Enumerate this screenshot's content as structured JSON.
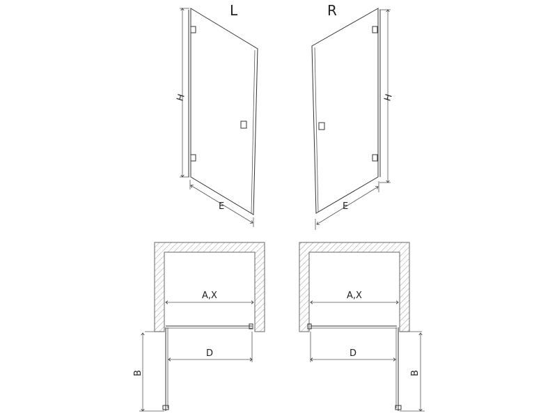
{
  "views": {
    "left": {
      "title": "L",
      "height_label": "H",
      "width_label": "E"
    },
    "right": {
      "title": "R",
      "height_label": "H",
      "width_label": "E"
    }
  },
  "plans": {
    "left": {
      "opening_label": "A,X",
      "door_label": "D",
      "depth_label": "B"
    },
    "right": {
      "opening_label": "A,X",
      "door_label": "D",
      "depth_label": "B"
    }
  },
  "colors": {
    "line": "#333333",
    "hatch": "#999999"
  }
}
